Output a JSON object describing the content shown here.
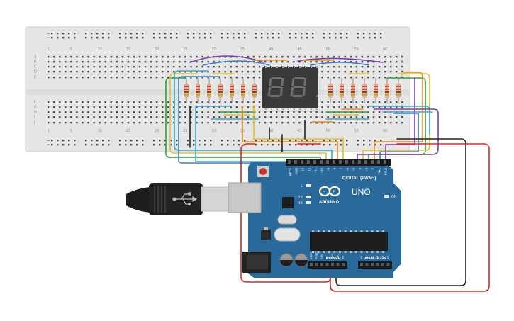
{
  "breadboard": {
    "column_labels": [
      "1",
      "5",
      "10",
      "15",
      "20",
      "25",
      "30",
      "35",
      "40",
      "45",
      "50",
      "55",
      "60"
    ],
    "row_labels_top": [
      "A",
      "B",
      "C",
      "D",
      "E"
    ],
    "row_labels_bottom": [
      "F",
      "G",
      "H",
      "I",
      "J"
    ]
  },
  "display": {
    "digits": [
      "8.",
      "8."
    ]
  },
  "arduino": {
    "brand": "ARDUINO",
    "model": "UNO",
    "digital_label": "DIGITAL (PWM~)",
    "power_label": "POWER",
    "analog_label": "ANALOG IN",
    "on_label": "ON",
    "l_label": "L",
    "tx_label": "TX",
    "rx_label": "RX",
    "digital_pins": [
      "AREF",
      "GND",
      "13",
      "12",
      "~11",
      "~10",
      "~9",
      "8",
      "7",
      "~6",
      "~5",
      "4",
      "~3",
      "2",
      "TX▸1",
      "RX◂0"
    ],
    "power_pins": [
      "IOREF",
      "RESET",
      "3.3V",
      "5V",
      "GND",
      "GND",
      "Vin"
    ],
    "analog_pins": [
      "A0",
      "A1",
      "A2",
      "A3",
      "A4",
      "A5"
    ]
  },
  "colors": {
    "board_blue": "#2a6a9a",
    "breadboard": "#e6e6e6",
    "wire_red": "#d62828",
    "wire_black": "#222222",
    "wire_green": "#2e9e3e",
    "wire_blue": "#3a7fd0",
    "wire_purple": "#7a3fb0",
    "wire_orange": "#e58a1f",
    "wire_yellow": "#e2c12a",
    "wire_teal": "#3aaccc",
    "segment_display": "#3a3a3a"
  }
}
